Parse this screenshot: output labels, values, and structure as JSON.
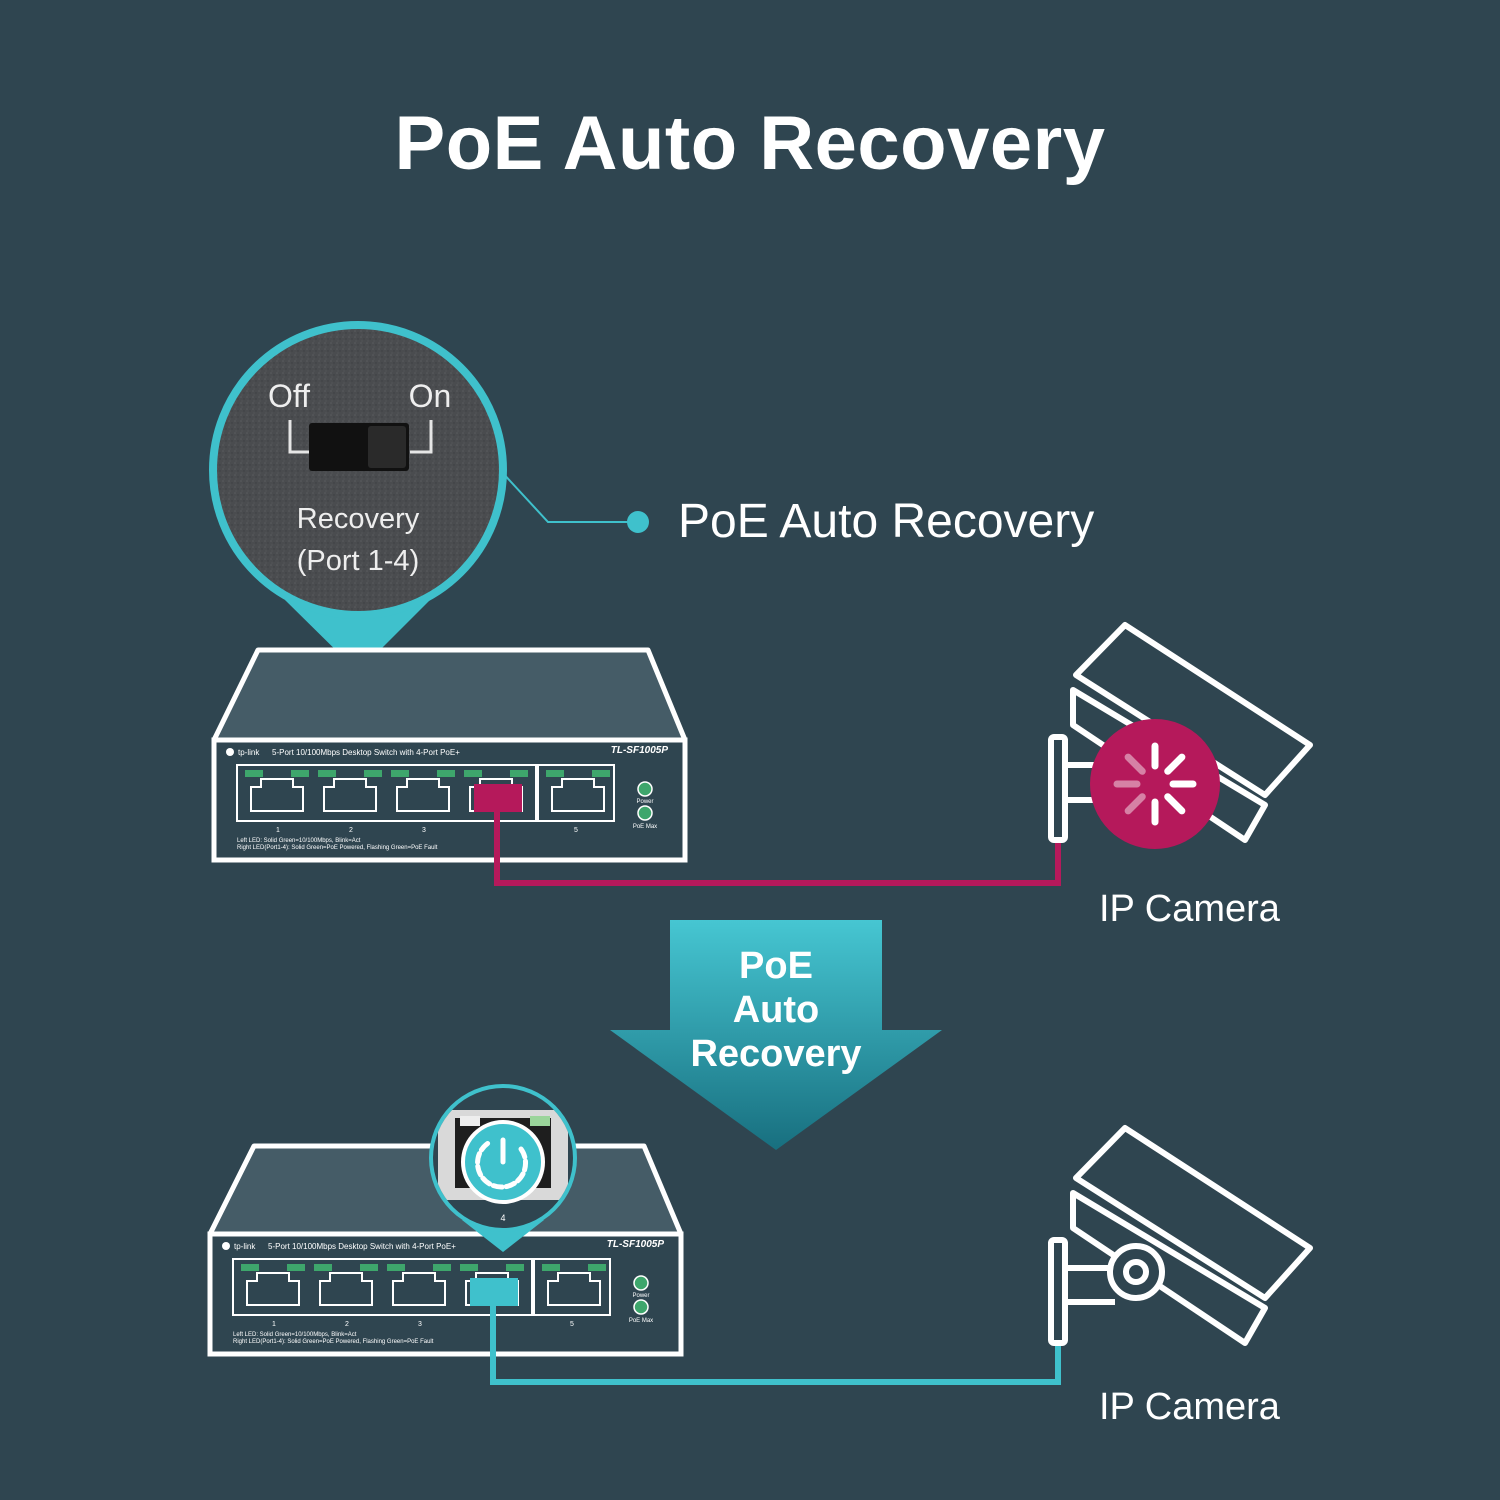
{
  "title": "PoE Auto Recovery",
  "colors": {
    "background": "#2f4550",
    "accent_cyan": "#3fc1cc",
    "fault_magenta": "#b5195b",
    "switch_top": "#455c67",
    "switch_front": "#2f4550",
    "led_green": "#3ea66c",
    "outline": "#ffffff"
  },
  "callout": {
    "switch_off_label": "Off",
    "switch_on_label": "On",
    "switch_caption_line1": "Recovery",
    "switch_caption_line2": "(Port 1-4)",
    "label": "PoE Auto Recovery"
  },
  "switch_top": {
    "brand": "tp-link",
    "description": "5-Port 10/100Mbps Desktop Switch with 4-Port PoE+",
    "model": "TL-SF1005P",
    "port_numbers": [
      "1",
      "2",
      "3",
      "5"
    ],
    "power_label": "Power",
    "poe_max_label": "PoE Max",
    "led_legend_left": "Left LED: Solid Green=10/100Mbps, Blink=Act",
    "led_legend_right": "Right LED(Port1-4): Solid Green=PoE Powered, Flashing Green=PoE Fault"
  },
  "switch_bottom": {
    "brand": "tp-link",
    "description": "5-Port 10/100Mbps Desktop Switch with 4-Port PoE+",
    "model": "TL-SF1005P",
    "port_numbers": [
      "1",
      "2",
      "3",
      "5"
    ],
    "zoom_port_number": "4",
    "power_label": "Power",
    "poe_max_label": "PoE Max",
    "led_legend_left": "Left LED: Solid Green=10/100Mbps, Blink=Act",
    "led_legend_right": "Right LED(Port1-4): Solid Green=PoE Powered, Flashing Green=PoE Fault"
  },
  "arrow": {
    "line1": "PoE",
    "line2": "Auto",
    "line3": "Recovery"
  },
  "camera_top": {
    "label": "IP Camera",
    "status_icon": "loading-spinner-icon"
  },
  "camera_bottom": {
    "label": "IP Camera",
    "status_icon": "power-restart-icon"
  }
}
